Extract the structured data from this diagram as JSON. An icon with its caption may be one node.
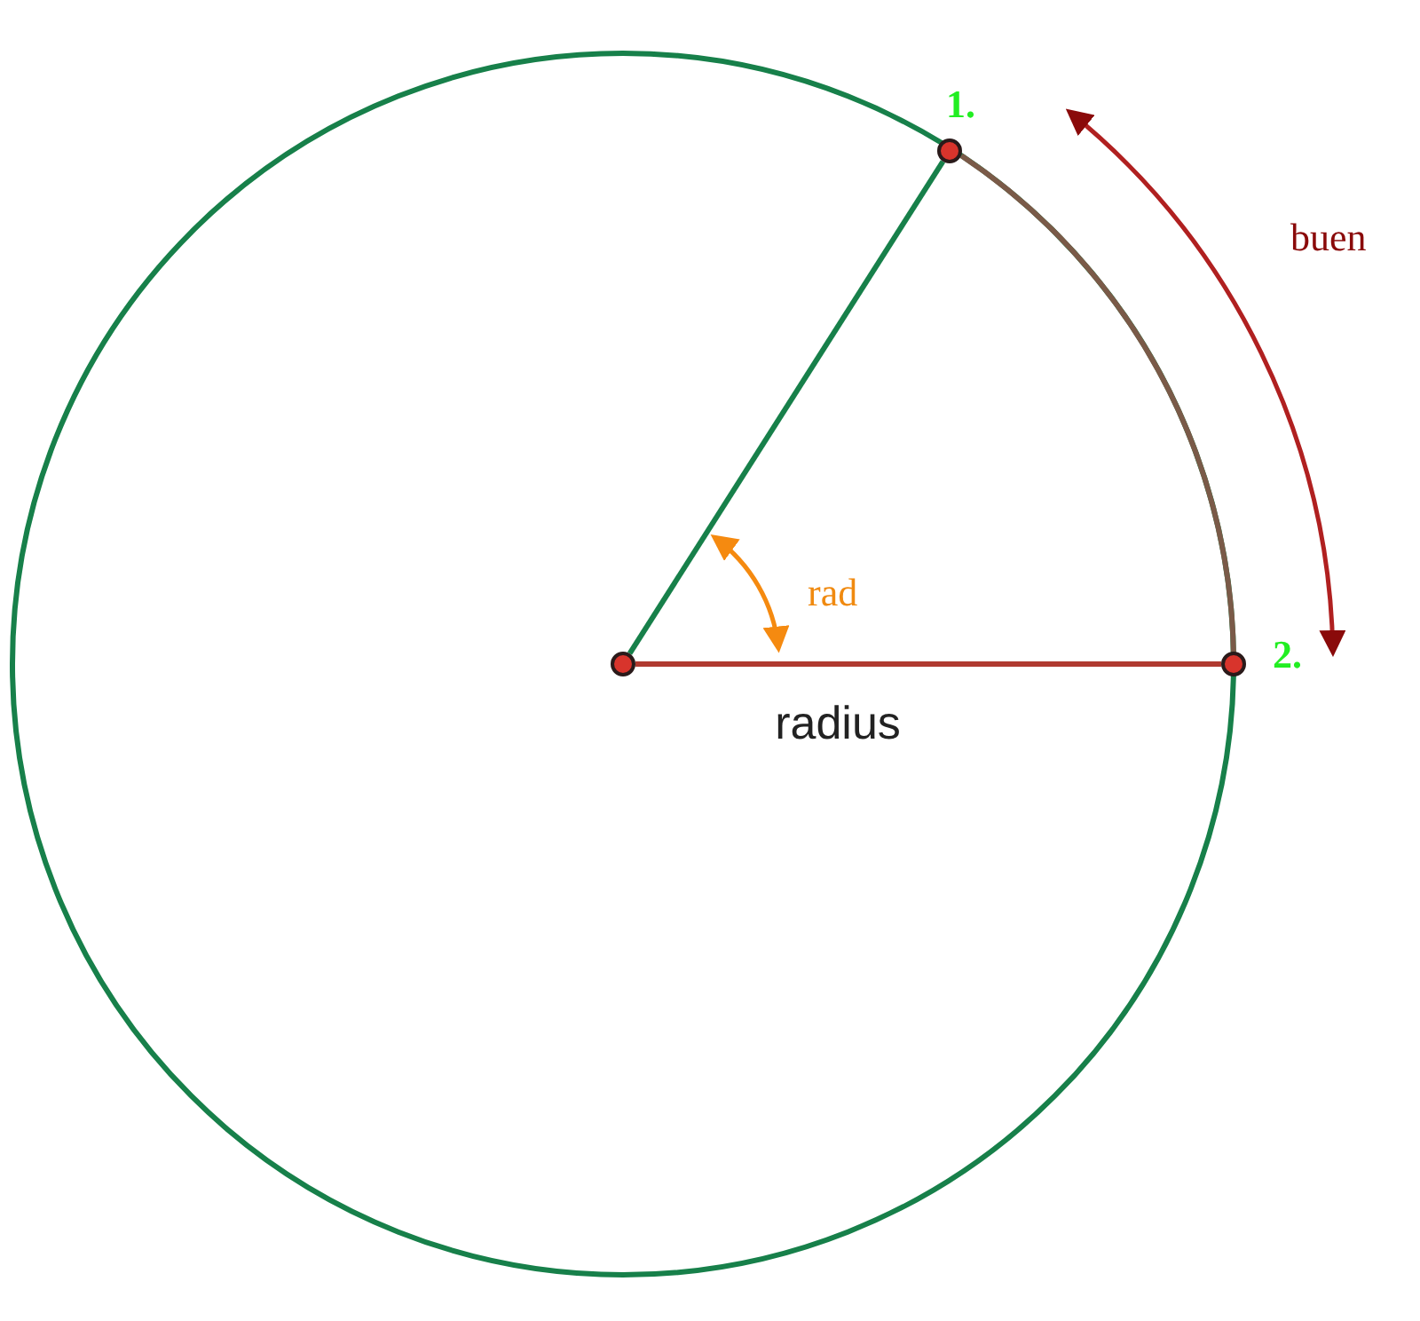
{
  "diagram": {
    "nodes": [
      {
        "text": [],
        "shape": "circle"
      },
      {
        "text": [],
        "shape": "circle",
        "beside": [
          "1."
        ]
      },
      {
        "text": [],
        "shape": "circle",
        "beside": [
          "2."
        ]
      }
    ],
    "edges": [
      {
        "from": 0,
        "to": 1,
        "arrow": "none",
        "color": "#17804a"
      },
      {
        "from": 0,
        "to": 2,
        "arrow": "none",
        "label": "radius",
        "color": "#b03a30"
      },
      {
        "from": 1,
        "to": 2,
        "arrow": "none",
        "color": "#7a5a48"
      }
    ],
    "labels": [
      "rad",
      "buen"
    ]
  }
}
